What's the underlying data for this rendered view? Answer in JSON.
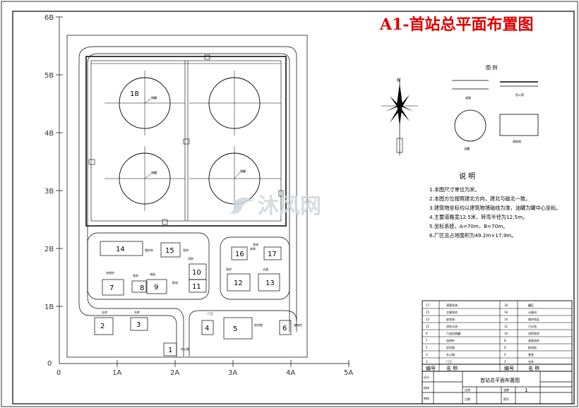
{
  "title": "A1-首站总平面布置图",
  "axes": {
    "y_ticks": [
      "0",
      "1B",
      "2B",
      "3B",
      "4B",
      "5B",
      "6B"
    ],
    "x_ticks": [
      "0",
      "1A",
      "2A",
      "3A",
      "4A",
      "5A"
    ]
  },
  "tanks": [
    {
      "number": "18",
      "tag": "储罐"
    },
    {
      "number": "",
      "tag": ""
    },
    {
      "number": "",
      "tag": "储罐"
    },
    {
      "number": "",
      "tag": "储罐"
    }
  ],
  "buildings": [
    {
      "number": "1",
      "tag": "办公楼"
    },
    {
      "number": "2",
      "tag": "仓库"
    },
    {
      "number": "3",
      "tag": "车库"
    },
    {
      "number": "4",
      "tag": "门卫"
    },
    {
      "number": "5",
      "tag": "综合楼"
    },
    {
      "number": "6",
      "tag": "变电所"
    },
    {
      "number": "7",
      "tag": "加热炉"
    },
    {
      "number": "8",
      "tag": "泵房"
    },
    {
      "number": "9",
      "tag": "阀组"
    },
    {
      "number": "10",
      "tag": "消防"
    },
    {
      "number": "11",
      "tag": "配电"
    },
    {
      "number": "12",
      "tag": "泵房"
    },
    {
      "number": "13",
      "tag": "计量"
    },
    {
      "number": "14",
      "tag": "锅炉房"
    },
    {
      "number": "15",
      "tag": "泵房"
    },
    {
      "number": "16",
      "tag": "收球"
    },
    {
      "number": "17",
      "tag": "发球"
    }
  ],
  "compass": {
    "letter": "N"
  },
  "legend": {
    "title": "图 例",
    "items": [
      "道路",
      "防火堤",
      "油罐",
      "建筑物"
    ]
  },
  "notes": {
    "title": "说 明",
    "lines": [
      "1.本图尺寸单位为米。",
      "2.本图方位按照建北方向，建北与磁北一致。",
      "3.建筑物坐标均以建筑物墙轴线为准，油罐为罐中心坐标。",
      "4.主要道路宽12.5米，转弯半径为12.5m。",
      "5.坐标系统，A=70m，B=70m。",
      "6.厂区总占地面积为49.2m×17.9m。"
    ]
  },
  "watermark": "沐风网",
  "table": {
    "rows": [
      [
        "17",
        "清管发球",
        "18",
        "罐区"
      ],
      [
        "15",
        "主输泵房",
        "16",
        "计量间"
      ],
      [
        "13",
        "收发球",
        "14",
        "锅炉房区"
      ],
      [
        "11",
        "消防水池",
        "12",
        "污水池"
      ],
      [
        "9",
        "污油回收罐",
        "10",
        "消防泵房"
      ],
      [
        "7",
        "加热炉",
        "8",
        "变配电所"
      ],
      [
        "5",
        "综合楼",
        "6",
        "配电房"
      ],
      [
        "3",
        "办公楼",
        "4",
        "食堂"
      ],
      [
        "1",
        "门卫",
        "2",
        "仓库"
      ]
    ],
    "header": [
      "编号",
      "名 称",
      "编号",
      "名 称"
    ]
  },
  "titleblock": {
    "drawing_name": "首站总平面布置图",
    "label_design": "设计",
    "label_check": "校核",
    "label_review": "审核",
    "label_scale": "比例",
    "label_sheet": "张数",
    "sheet_value": "1",
    "label_date": "日期",
    "label_drawno": "图号"
  }
}
